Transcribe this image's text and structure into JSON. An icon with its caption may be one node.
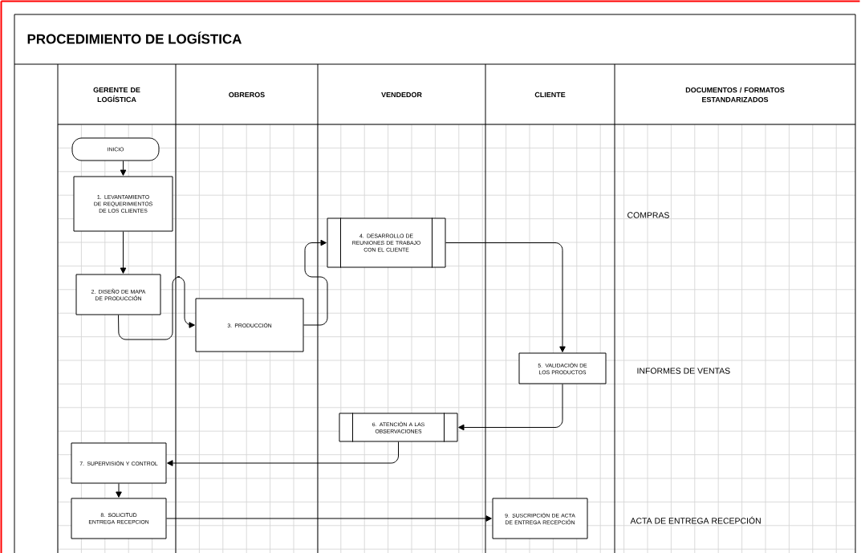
{
  "diagram": {
    "title": "PROCEDIMIENTO DE LOGÍSTICA",
    "nodes": [
      {
        "text": [
          "INICIO"
        ]
      },
      {
        "text": [
          "1. LEVANTAMIENTO DE REQUERIMIENTOS DE LOS CLIENTES"
        ]
      },
      {
        "text": [
          "2. DISEÑO DE MAPA DE PRODUCCIÓN"
        ]
      },
      {
        "text": [
          "3. PRODUCCIÓN"
        ]
      },
      {
        "text": [
          "4. DESARROLLO DE REUNIONES DE TRABAJO CON EL CLIENTE"
        ]
      },
      {
        "text": [
          "5. VALIDACIÓN DE LOS PRODUCTOS"
        ]
      },
      {
        "text": [
          "6. ATENCIÓN A LAS OBSERVACIONES"
        ]
      },
      {
        "text": [
          "7. SUPERVISIÓN Y CONTROL"
        ]
      },
      {
        "text": [
          "8. SOLICITUD ENTREGA RECEPCION"
        ]
      },
      {
        "text": [
          "9. SUSCRIPCIÓN DE ACTA DE ENTREGA RECEPCIÓN"
        ]
      }
    ],
    "edges": [
      {
        "from": 0,
        "to": 1,
        "arrow": "to"
      },
      {
        "from": 1,
        "to": 2,
        "arrow": "to"
      },
      {
        "from": 2,
        "to": 3,
        "arrow": "to"
      },
      {
        "from": 3,
        "to": 4,
        "arrow": "to"
      },
      {
        "from": 4,
        "to": 5,
        "arrow": "to"
      },
      {
        "from": 5,
        "to": 6,
        "arrow": "to"
      },
      {
        "from": 6,
        "to": 7,
        "arrow": "to"
      },
      {
        "from": 7,
        "to": 8,
        "arrow": "to"
      },
      {
        "from": 8,
        "to": 9,
        "arrow": "to"
      }
    ],
    "labels": [
      "GERENTE DE LOGÍSTICA",
      "OBREROS",
      "VENDEDOR",
      "CLIENTE",
      "DOCUMENTOS / FORMATOS ESTANDARIZADOS",
      "COMPRAS",
      "INFORMES DE VENTAS",
      "ACTA DE ENTREGA RECEPCIÓN"
    ]
  }
}
